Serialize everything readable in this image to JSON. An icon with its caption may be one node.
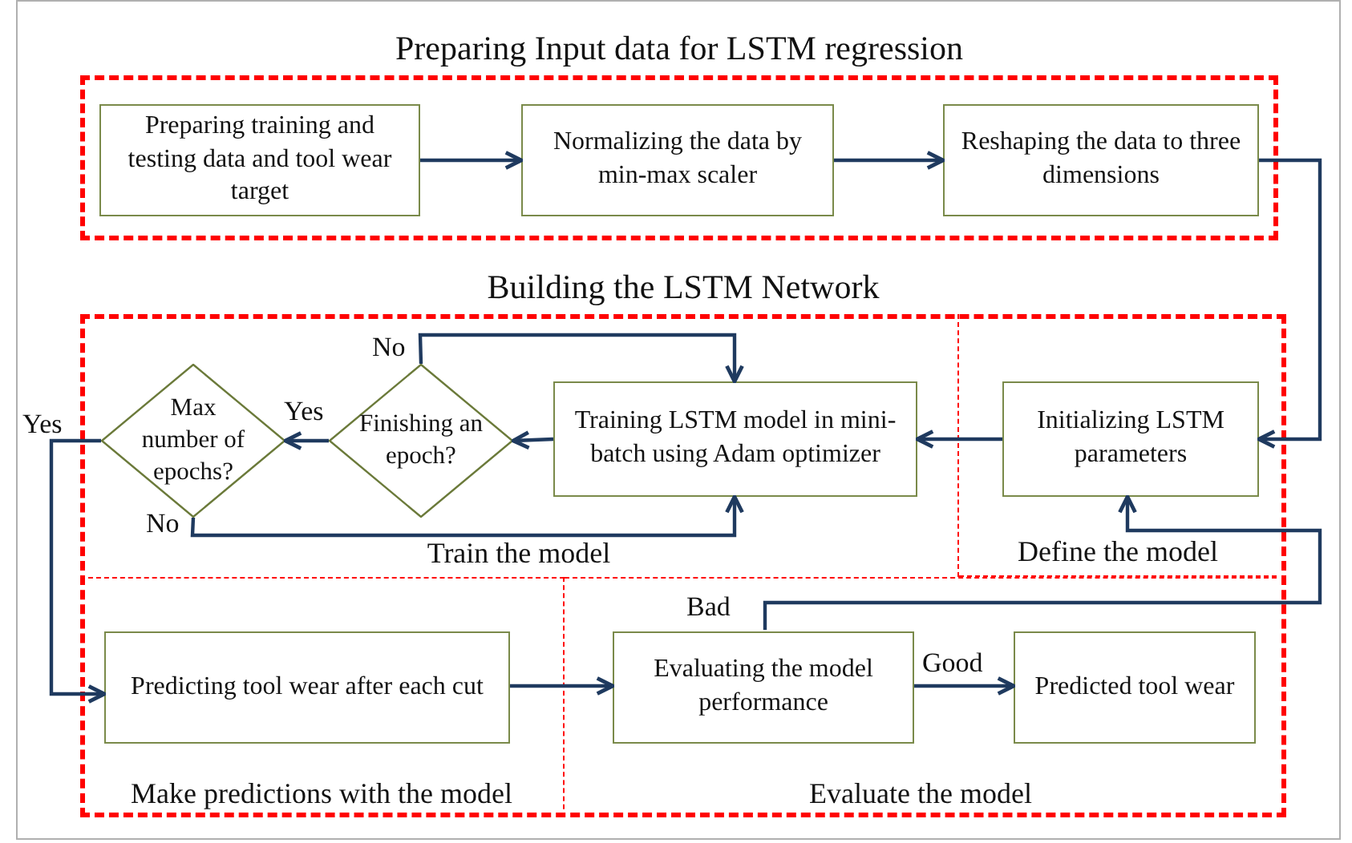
{
  "diagram": {
    "nodes": [
      {
        "text": [
          "Preparing Input data for LSTM regression"
        ]
      },
      {
        "text": [
          "Preparing training and testing data and tool wear target"
        ],
        "in": 0
      },
      {
        "text": [
          "Normalizing the data by min-max scaler"
        ],
        "in": 0
      },
      {
        "text": [
          "Reshaping the data to three dimensions"
        ],
        "in": 0
      },
      {
        "text": [
          "Building the LSTM Network"
        ]
      },
      {
        "text": [
          "Train the model"
        ],
        "in": 4
      },
      {
        "text": [
          "Max number of epochs?"
        ],
        "in": 5
      },
      {
        "text": [
          "Finishing an epoch?"
        ],
        "in": 5
      },
      {
        "text": [
          "Training LSTM model in mini-batch using Adam optimizer"
        ],
        "in": 5
      },
      {
        "text": [
          "Define the model"
        ],
        "in": 4
      },
      {
        "text": [
          "Initializing LSTM parameters"
        ],
        "in": 9
      },
      {
        "text": [
          "Make predictions with the model"
        ],
        "in": 4
      },
      {
        "text": [
          "Predicting tool wear after each cut"
        ],
        "in": 11
      },
      {
        "text": [
          "Evaluate the model"
        ],
        "in": 4
      },
      {
        "text": [
          "Evaluating the model performance"
        ],
        "in": 13
      },
      {
        "text": [
          "Predicted tool wear"
        ],
        "in": 13
      }
    ],
    "edges": [
      {
        "from": 1,
        "to": 2,
        "arrow": "to"
      },
      {
        "from": 2,
        "to": 3,
        "arrow": "to"
      },
      {
        "from": 3,
        "to": 10,
        "arrow": "to"
      },
      {
        "from": 10,
        "to": 8,
        "arrow": "to"
      },
      {
        "from": 8,
        "to": 7,
        "arrow": "to"
      },
      {
        "from": 7,
        "to": 6,
        "arrow": "to",
        "label": "Yes"
      },
      {
        "from": 7,
        "to": 8,
        "arrow": "to",
        "label": "No"
      },
      {
        "from": 6,
        "to": 8,
        "arrow": "to",
        "label": "No"
      },
      {
        "from": 6,
        "to": 12,
        "arrow": "to",
        "label": "Yes"
      },
      {
        "from": 12,
        "to": 14,
        "arrow": "to"
      },
      {
        "from": 14,
        "to": 15,
        "arrow": "to",
        "label": "Good"
      },
      {
        "from": 14,
        "to": 10,
        "arrow": "to",
        "label": "Bad"
      }
    ]
  }
}
